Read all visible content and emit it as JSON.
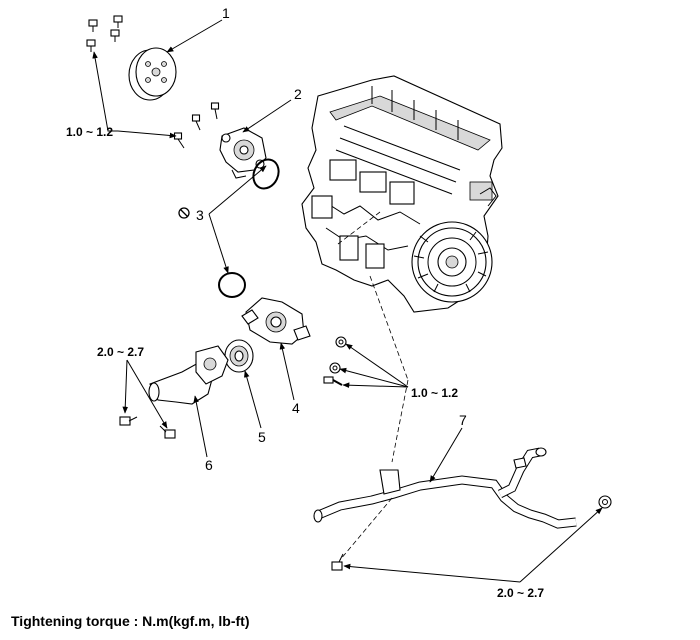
{
  "callouts": {
    "n1": "1",
    "n2": "2",
    "n3": "3",
    "n4": "4",
    "n5": "5",
    "n6": "6",
    "n7": "7"
  },
  "torque_labels": {
    "water_pump_bolts": "1.0 ~ 1.2",
    "thermostat_cover_bolts": "2.0 ~ 2.7",
    "housing_bolts": "1.0 ~ 1.2",
    "pipe_bolts": "2.0 ~ 2.7"
  },
  "caption": "Tightening torque : N.m(kgf.m, lb-ft)",
  "icons": {
    "non_reusable": "circle-slash-icon"
  }
}
